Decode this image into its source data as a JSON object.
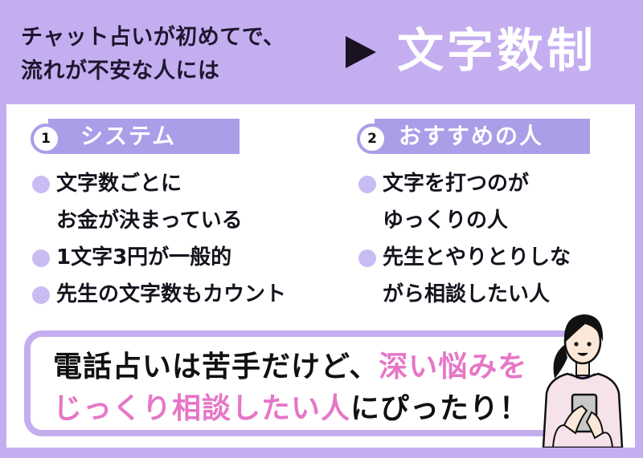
{
  "header": {
    "lead_line1": "チャット占いが初めてで、",
    "lead_line2": "流れが不安な人には",
    "arrow_icon": "triangle-right",
    "title": "文字数制"
  },
  "sections": [
    {
      "number": "1",
      "label": "システム",
      "items": [
        {
          "line1": "文字数ごとに",
          "line2": "お金が決まっている"
        },
        {
          "line1": "1文字3円が一般的"
        },
        {
          "line1": "先生の文字数もカウント"
        }
      ]
    },
    {
      "number": "2",
      "label": "おすすめの人",
      "items": [
        {
          "line1": "文字を打つのが",
          "line2": "ゆっくりの人"
        },
        {
          "line1": "先生とやりとりしな",
          "line2": "がら相談したい人"
        }
      ]
    }
  ],
  "callout": {
    "part1": "電話占いは苦手だけど、",
    "part2_highlight": "深い悩みを",
    "part3_highlight": "じっくり相談したい人",
    "part4": "にぴったり！"
  },
  "illustration": "woman-with-smartphone",
  "colors": {
    "background": "#c4aef0",
    "heading_bar": "#ac9de8",
    "bullet": "#c9bcf2",
    "highlight": "#e676c6",
    "text": "#16121c"
  }
}
